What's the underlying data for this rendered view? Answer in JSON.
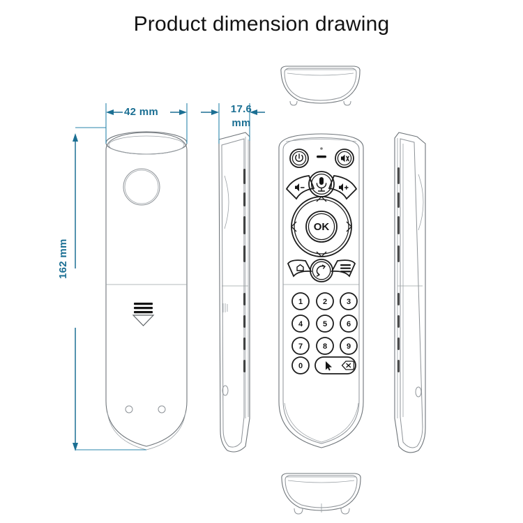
{
  "title": "Product dimension drawing",
  "accent_color": "#1b6f93",
  "line_color": "#6e7479",
  "dimensions": {
    "width": {
      "label": "42 mm",
      "value": 42,
      "unit": "mm",
      "axis": "horizontal",
      "view": "back-view"
    },
    "thickness": {
      "label": "17.6\nmm",
      "line1": "17.6",
      "line2": "mm",
      "value": 17.6,
      "unit": "mm",
      "axis": "horizontal",
      "view": "side-view"
    },
    "height": {
      "label": "162 mm",
      "value": 162,
      "unit": "mm",
      "axis": "vertical",
      "view": "back-view"
    }
  },
  "views": {
    "back": "back-view",
    "left_side": "left-side-view",
    "front": "front-view",
    "right_side": "right-side-view",
    "top_end": "top-end-view",
    "bottom_end": "bottom-end-view"
  },
  "remote": {
    "name": "air-mouse-remote-control",
    "top_row": [
      {
        "name": "power-button",
        "icon": "power-icon",
        "label": ""
      },
      {
        "name": "led-indicator",
        "icon": "led-indicator-icon",
        "label": ""
      },
      {
        "name": "mute-button",
        "icon": "speaker-mute-icon",
        "label": ""
      }
    ],
    "voice_row": [
      {
        "name": "volume-down-button",
        "icon": "volume-down-icon",
        "label": ""
      },
      {
        "name": "microphone-button",
        "icon": "microphone-icon",
        "label": ""
      },
      {
        "name": "volume-up-button",
        "icon": "volume-up-icon",
        "label": ""
      }
    ],
    "dpad": {
      "name": "navigation-dpad",
      "center": {
        "name": "ok-button",
        "label": "OK"
      },
      "directions": [
        "up-arrow-icon",
        "right-arrow-icon",
        "down-arrow-icon",
        "left-arrow-icon"
      ]
    },
    "function_row": [
      {
        "name": "home-button",
        "icon": "home-icon",
        "label": ""
      },
      {
        "name": "back-button",
        "icon": "back-arrow-icon",
        "label": ""
      },
      {
        "name": "menu-button",
        "icon": "menu-lines-icon",
        "label": ""
      }
    ],
    "keypad": [
      {
        "name": "key-1",
        "label": "1"
      },
      {
        "name": "key-2",
        "label": "2"
      },
      {
        "name": "key-3",
        "label": "3"
      },
      {
        "name": "key-4",
        "label": "4"
      },
      {
        "name": "key-5",
        "label": "5"
      },
      {
        "name": "key-6",
        "label": "6"
      },
      {
        "name": "key-7",
        "label": "7"
      },
      {
        "name": "key-8",
        "label": "8"
      },
      {
        "name": "key-9",
        "label": "9"
      },
      {
        "name": "key-0",
        "label": "0"
      }
    ],
    "keypad_extra": [
      {
        "name": "air-mouse-button",
        "icon": "cursor-pointer-icon",
        "label": ""
      },
      {
        "name": "backspace-button",
        "icon": "backspace-delete-icon",
        "label": ""
      }
    ],
    "back_features": [
      {
        "name": "battery-cover-latch",
        "icon": "slide-down-icon",
        "label": ""
      },
      {
        "name": "screw-hole-left",
        "icon": "screw-hole-icon",
        "label": ""
      },
      {
        "name": "screw-hole-right",
        "icon": "screw-hole-icon",
        "label": ""
      },
      {
        "name": "speaker-circle",
        "icon": "circle-icon",
        "label": ""
      }
    ]
  }
}
